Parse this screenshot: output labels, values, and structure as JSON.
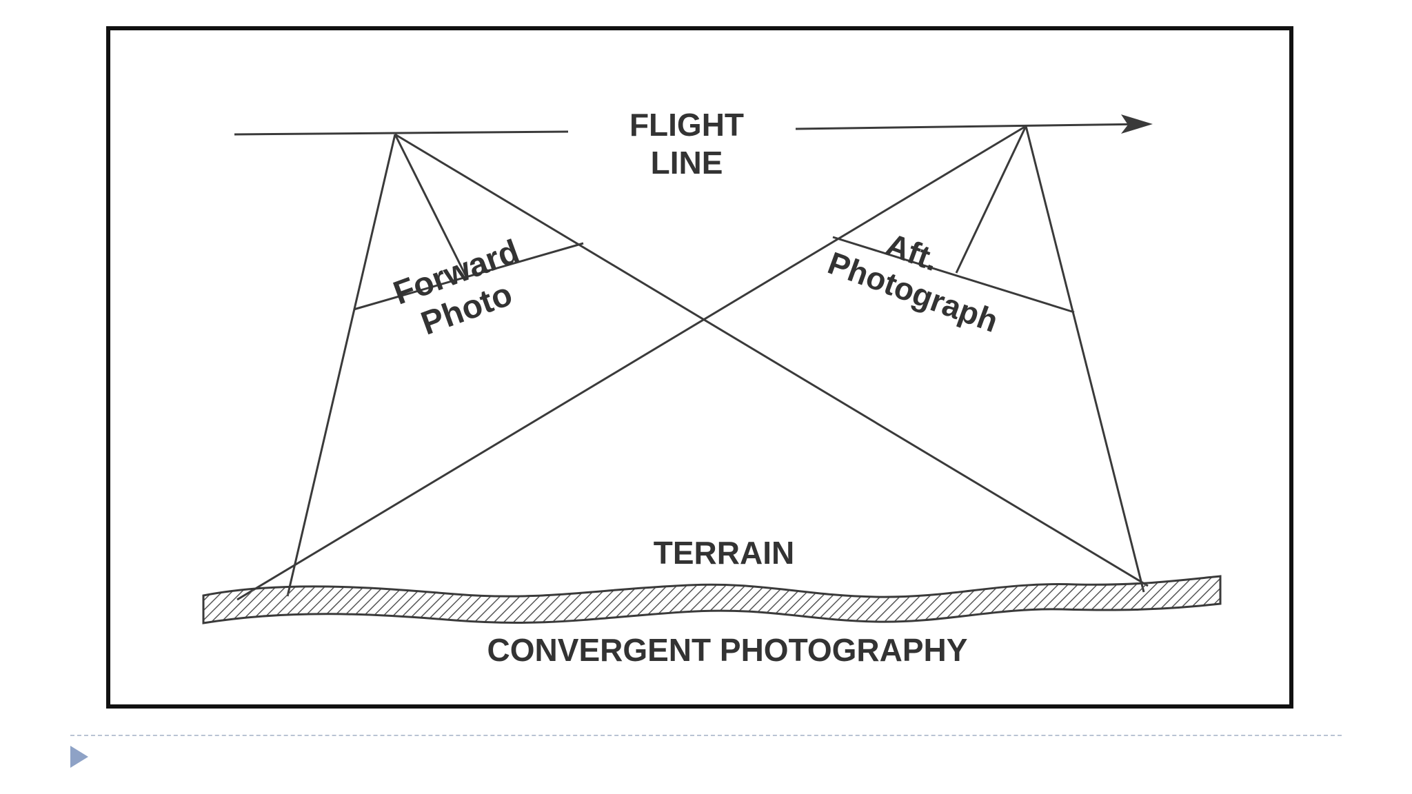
{
  "diagram": {
    "labels": {
      "flight_line_1": "FLIGHT",
      "flight_line_2": "LINE",
      "forward_1": "Forward",
      "forward_2": "Photo",
      "aft_1": "Aft.",
      "aft_2": "Photograph",
      "terrain": "TERRAIN",
      "caption": "CONVERGENT PHOTOGRAPHY"
    },
    "colors": {
      "line": "#3a3a3a",
      "text": "#333333",
      "border": "#111111",
      "hatch": "#555555",
      "rule": "#b9c3d3",
      "bullet": "#8ea2c6"
    }
  },
  "slide": {
    "bullet_icon": "triangle-bullet-icon"
  }
}
